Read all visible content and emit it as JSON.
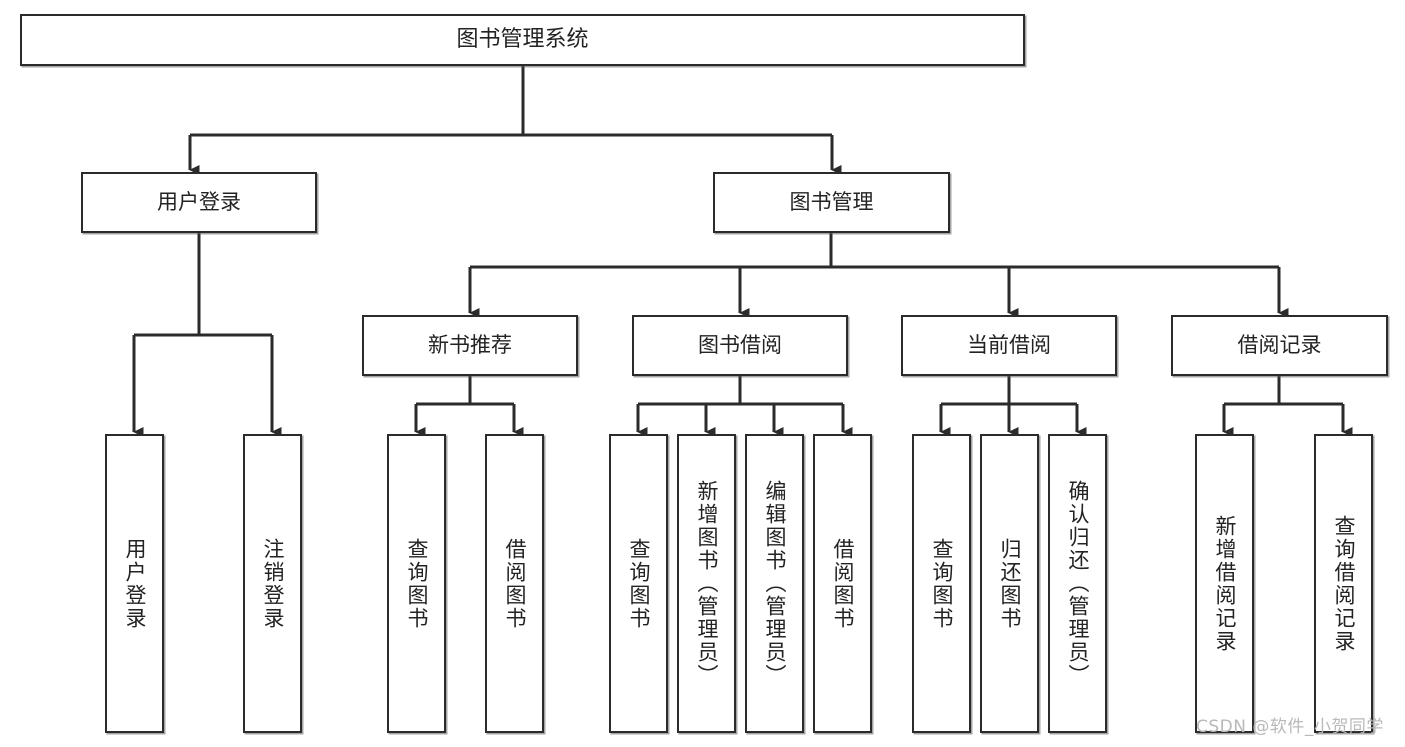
{
  "diagram": {
    "title": "图书管理系统",
    "watermark": "CSDN @软件_小贺同学",
    "type": "tree-hierarchy-chart",
    "colors": {
      "box_border": "#2b2b2b",
      "box_fill": "#ffffff",
      "connector": "#2b2b2b",
      "text": "#232323",
      "watermark": "#b9b9b9",
      "background": "#ffffff"
    },
    "levels": [
      {
        "level": 1,
        "nodes": [
          {
            "id": "root",
            "label": "图书管理系统",
            "orientation": "horizontal"
          }
        ]
      },
      {
        "level": 2,
        "nodes": [
          {
            "id": "user-login",
            "label": "用户登录",
            "orientation": "horizontal",
            "parent": "root"
          },
          {
            "id": "book-manage",
            "label": "图书管理",
            "orientation": "horizontal",
            "parent": "root"
          }
        ]
      },
      {
        "level": 3,
        "nodes": [
          {
            "id": "new-book-rec",
            "label": "新书推荐",
            "orientation": "horizontal",
            "parent": "book-manage"
          },
          {
            "id": "book-borrow",
            "label": "图书借阅",
            "orientation": "horizontal",
            "parent": "book-manage"
          },
          {
            "id": "current-borrow",
            "label": "当前借阅",
            "orientation": "horizontal",
            "parent": "book-manage"
          },
          {
            "id": "borrow-record",
            "label": "借阅记录",
            "orientation": "horizontal",
            "parent": "book-manage"
          }
        ]
      },
      {
        "level": 4,
        "nodes": [
          {
            "id": "leaf-user-login",
            "label": "用户登录",
            "orientation": "vertical",
            "parent": "user-login"
          },
          {
            "id": "leaf-logout",
            "label": "注销登录",
            "orientation": "vertical",
            "parent": "user-login"
          },
          {
            "id": "leaf-query-book-1",
            "label": "查询图书",
            "orientation": "vertical",
            "parent": "new-book-rec"
          },
          {
            "id": "leaf-borrow-book-1",
            "label": "借阅图书",
            "orientation": "vertical",
            "parent": "new-book-rec"
          },
          {
            "id": "leaf-query-book-2",
            "label": "查询图书",
            "orientation": "vertical",
            "parent": "book-borrow"
          },
          {
            "id": "leaf-add-book",
            "label": "新增图书（管理员）",
            "orientation": "vertical",
            "parent": "book-borrow"
          },
          {
            "id": "leaf-edit-book",
            "label": "编辑图书（管理员）",
            "orientation": "vertical",
            "parent": "book-borrow"
          },
          {
            "id": "leaf-borrow-book-2",
            "label": "借阅图书",
            "orientation": "vertical",
            "parent": "book-borrow"
          },
          {
            "id": "leaf-query-book-3",
            "label": "查询图书",
            "orientation": "vertical",
            "parent": "current-borrow"
          },
          {
            "id": "leaf-return-book",
            "label": "归还图书",
            "orientation": "vertical",
            "parent": "current-borrow"
          },
          {
            "id": "leaf-confirm-return",
            "label": "确认归还（管理员）",
            "orientation": "vertical",
            "parent": "current-borrow"
          },
          {
            "id": "leaf-add-record",
            "label": "新增借阅记录",
            "orientation": "vertical",
            "parent": "borrow-record"
          },
          {
            "id": "leaf-query-record",
            "label": "查询借阅记录",
            "orientation": "vertical",
            "parent": "borrow-record"
          }
        ]
      }
    ]
  }
}
